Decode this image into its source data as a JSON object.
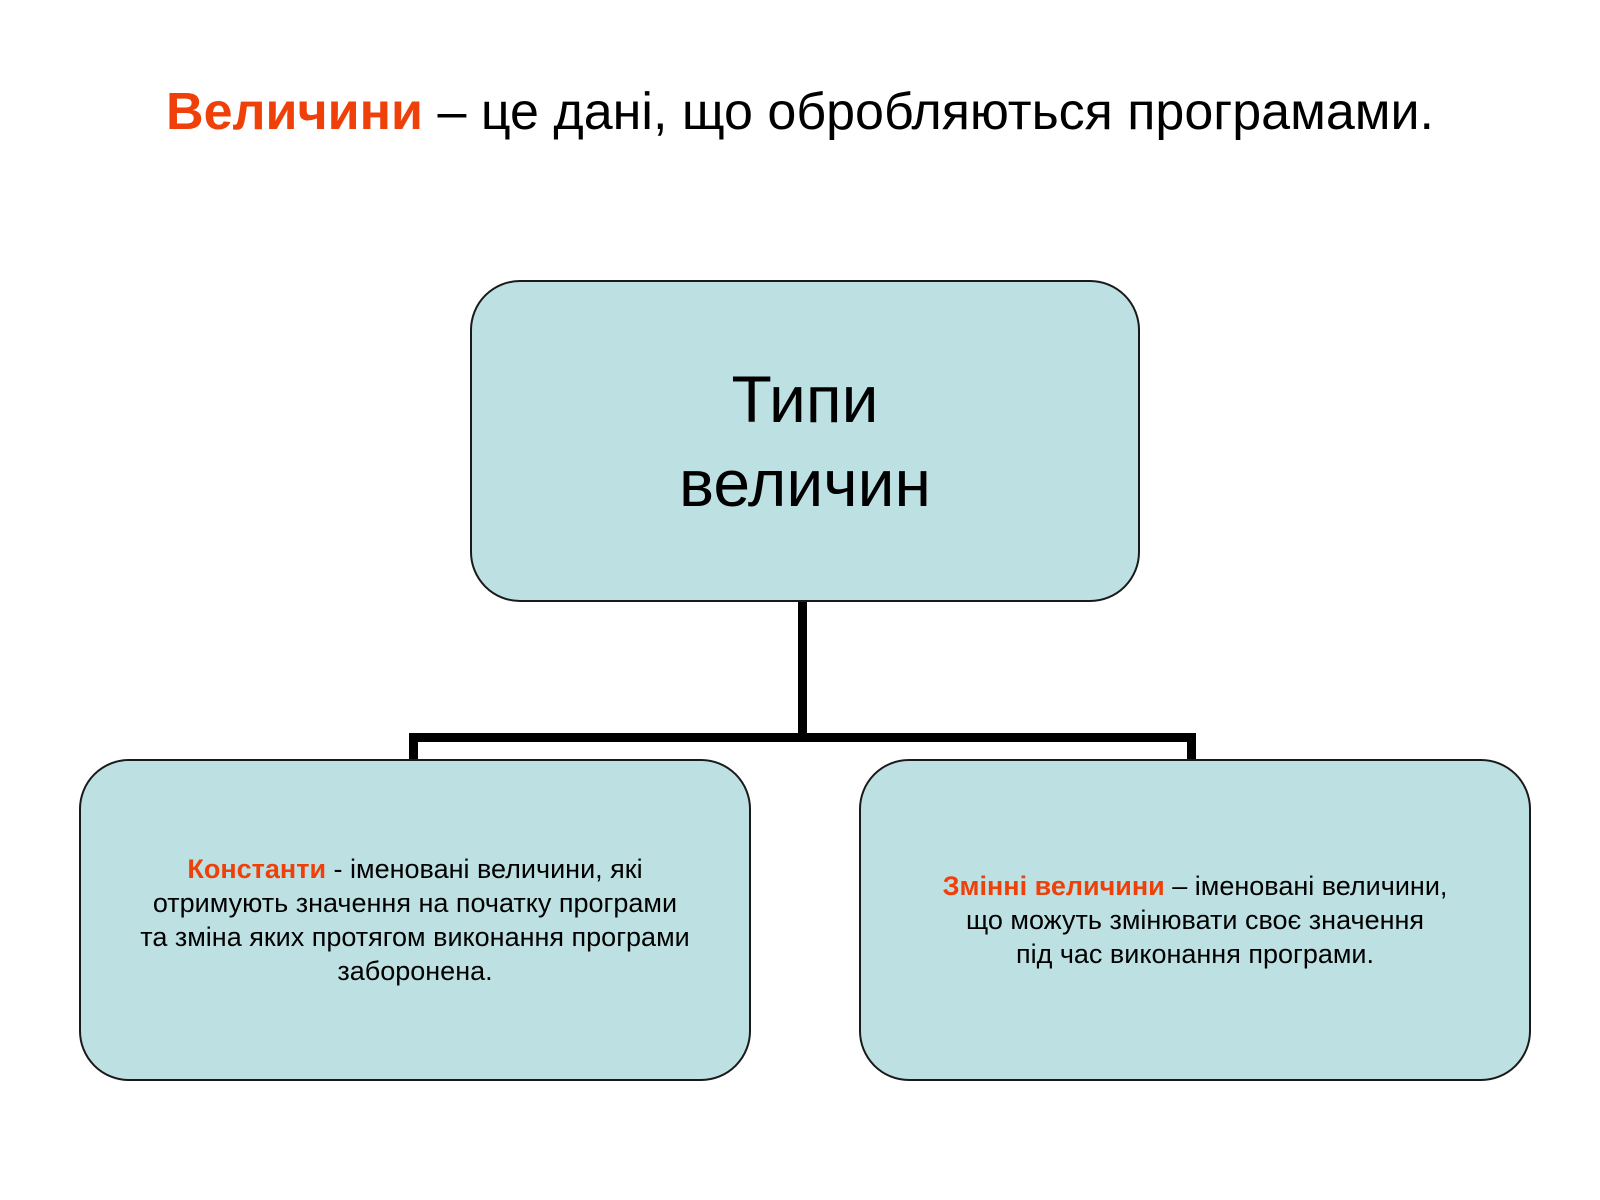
{
  "colors": {
    "accent": "#f0400a",
    "box_fill": "#bde0e3",
    "box_border": "#1a1a1a",
    "text": "#000000"
  },
  "title": {
    "highlight": "Величини",
    "rest": " – це дані, що обробляються програмами."
  },
  "root": {
    "line1": "Типи",
    "line2": "величин"
  },
  "left": {
    "highlight": "Константи",
    "line1_rest": " - іменовані величини, які",
    "line2": "отримують значення на початку програми",
    "line3": "та зміна яких протягом виконання програми",
    "line4": "заборонена."
  },
  "right": {
    "highlight": "Змінні величини",
    "line1_rest": " – іменовані величини,",
    "line2": "що можуть змінювати своє значення",
    "line3": "під час виконання програми."
  }
}
